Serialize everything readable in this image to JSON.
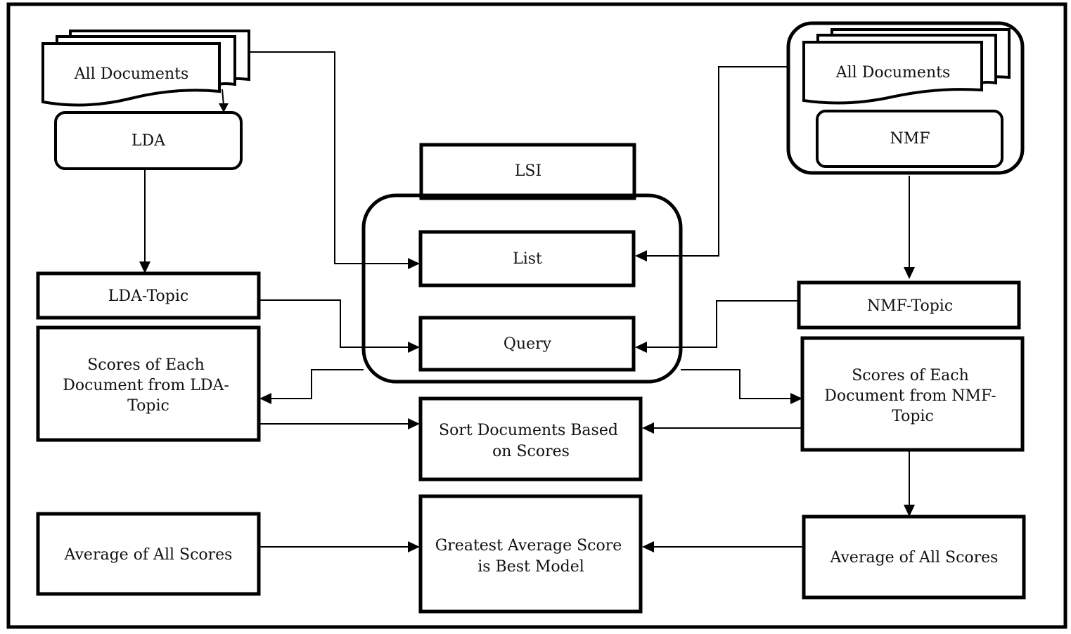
{
  "nodes": {
    "docs_left": "All Documents",
    "lda": "LDA",
    "lda_topic": "LDA-Topic",
    "scores_lda": [
      "Scores of Each",
      "Document from LDA-",
      "Topic"
    ],
    "avg_left": "Average of All Scores",
    "lsi": "LSI",
    "list": "List",
    "query": "Query",
    "sort": [
      "Sort Documents Based",
      "on Scores"
    ],
    "greatest": [
      "Greatest Average Score",
      "is Best Model"
    ],
    "docs_right": "All Documents",
    "nmf": "NMF",
    "nmf_topic": "NMF-Topic",
    "scores_nmf": [
      "Scores of Each",
      "Document from NMF-",
      "Topic"
    ],
    "avg_right": "Average of All Scores"
  }
}
